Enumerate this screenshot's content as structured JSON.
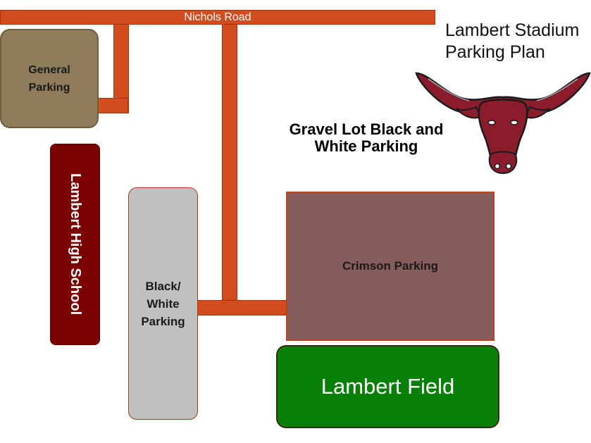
{
  "map": {
    "title": "Lambert Stadium Parking Plan",
    "road_name": "Nichols Road",
    "gravel_lot_label": "Gravel Lot Black and White Parking",
    "general_parking": "General Parking",
    "high_school": "Lambert High School",
    "black_white_parking": "Black/ White Parking",
    "crimson_parking": "Crimson Parking",
    "field": "Lambert Field"
  },
  "icons": {
    "logo": "longhorn-logo-icon"
  },
  "colors": {
    "road": "#d24c1e",
    "general_parking": "#8f7c5b",
    "high_school": "#7b0000",
    "black_white_parking": "#c0c0c0",
    "crimson_parking": "#875c5d",
    "field": "#088008",
    "logo": "#8a1c2b"
  }
}
